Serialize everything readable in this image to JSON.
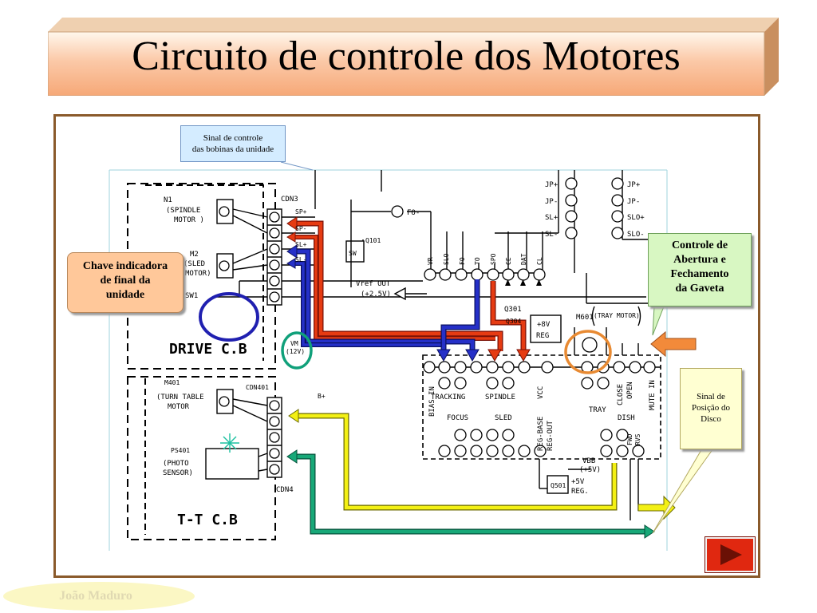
{
  "slide": {
    "title": "Circuito de controle dos Motores",
    "author": "João Maduro"
  },
  "callouts": {
    "sinal_bobinas_line1": "Sinal de controle",
    "sinal_bobinas_line2": "das bobinas da unidade",
    "chave_line1": "Chave indicadora",
    "chave_line2": "de final da",
    "chave_line3": "unidade",
    "gaveta_line1": "Controle de",
    "gaveta_line2": "Abertura e",
    "gaveta_line3": "Fechamento",
    "gaveta_line4": "da Gaveta",
    "posicao_line1": "Sinal de",
    "posicao_line2": "Posição do",
    "posicao_line3": "Disco"
  },
  "schematic": {
    "drive_block": "DRIVE C.B",
    "tt_block": "T-T C.B",
    "cdn3": "CDN3",
    "cdn401": "CDN401",
    "cdn4": "CDN4",
    "n1_ref": "N1",
    "spindle_motor_1": "(SPINDLE",
    "spindle_motor_2": "MOTOR )",
    "m2_ref": "M2",
    "sled_motor_1": "(SLED",
    "sled_motor_2": "MOTOR)",
    "sw1_ref": "SW1",
    "m401_ref": "M401",
    "tt_motor_1": "(TURN TABLE",
    "tt_motor_2": "MOTOR",
    "ps401_ref": "PS401",
    "photo_1": "(PHOTO",
    "photo_2": "SENSOR)",
    "vm_1": "VM",
    "vm_2": "(12V)",
    "q101": "Q101",
    "sw_box": "SW",
    "vref_1": "Vref OUT",
    "vref_2": "(+2.5V)",
    "fo": "FO-",
    "q301": "Q301",
    "q304": "Q304",
    "reg_1": "+8V",
    "reg_2": "REG",
    "m601": "M601",
    "tray_motor": "(TRAY MOTOR)",
    "tracking": "TRACKING",
    "spindle": "SPINDLE",
    "focus": "FOCUS",
    "sled": "SLED",
    "tray": "TRAY",
    "dish": "DISH",
    "q501": "Q501",
    "reg5_1": "+5V",
    "reg5_2": "REG.",
    "vbb_1": "VBB",
    "vbb_2": "(+5V)",
    "bias_in": "BIAS IN",
    "vcc": "VCC",
    "reg_base": "REG-BASE",
    "reg_out": "REG-OUT",
    "close": "CLOSE",
    "open": "OPEN",
    "mute_in": "MUTE IN",
    "fwd": "FWD",
    "rvs": "RVS",
    "jp_plus": "JP+",
    "jp_minus": "JP-",
    "sl_plus": "SL+",
    "sl_minus": "SL-",
    "slo_plus": "SLO+",
    "slo_minus": "SLO-",
    "sp_plus": "SP+",
    "sp_minus": "SP-",
    "top_vr": "VR",
    "top_slo": "SLO",
    "top_fo": "FO",
    "top_to": "TO",
    "top_spo": "SPO",
    "top_ce": "CE",
    "top_dat": "DAT",
    "top_cl": "CL",
    "b_plus": "B+"
  },
  "colors": {
    "title_gradient_top": "#fdebd8",
    "title_gradient_mid": "#f9b892",
    "title_side": "#d8a274",
    "frame_border": "#8a5a2b",
    "arrow_red": "#e63b12",
    "arrow_blue": "#2530c8",
    "arrow_yellow": "#f3f014",
    "arrow_teal": "#18a878",
    "arrow_orange": "#f28a3a",
    "circle_blue": "#2020b0",
    "circle_teal": "#10a07a",
    "circle_orange": "#e88a32"
  },
  "icons": {
    "next": "play-triangle-icon"
  }
}
